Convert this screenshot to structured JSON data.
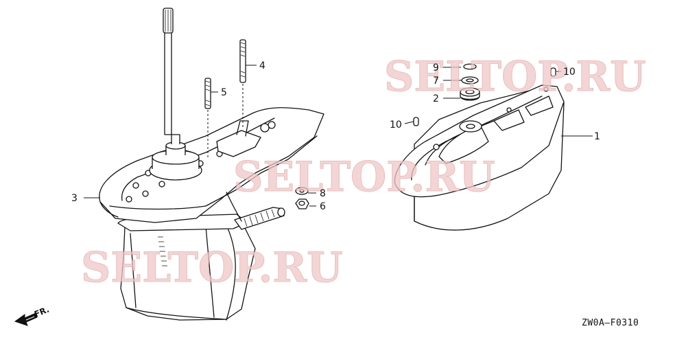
{
  "watermarks": [
    "SELTOP.RU",
    "SELTOP.RU",
    "SELTOP.RU"
  ],
  "callouts": {
    "c1": "1",
    "c2": "2",
    "c3": "3",
    "c4": "4",
    "c5": "5",
    "c6": "6",
    "c7": "7",
    "c8": "8",
    "c9": "9",
    "c10a": "10",
    "c10b": "10"
  },
  "direction_label": "FR.",
  "diagram_ref": "ZW0A—F0310"
}
